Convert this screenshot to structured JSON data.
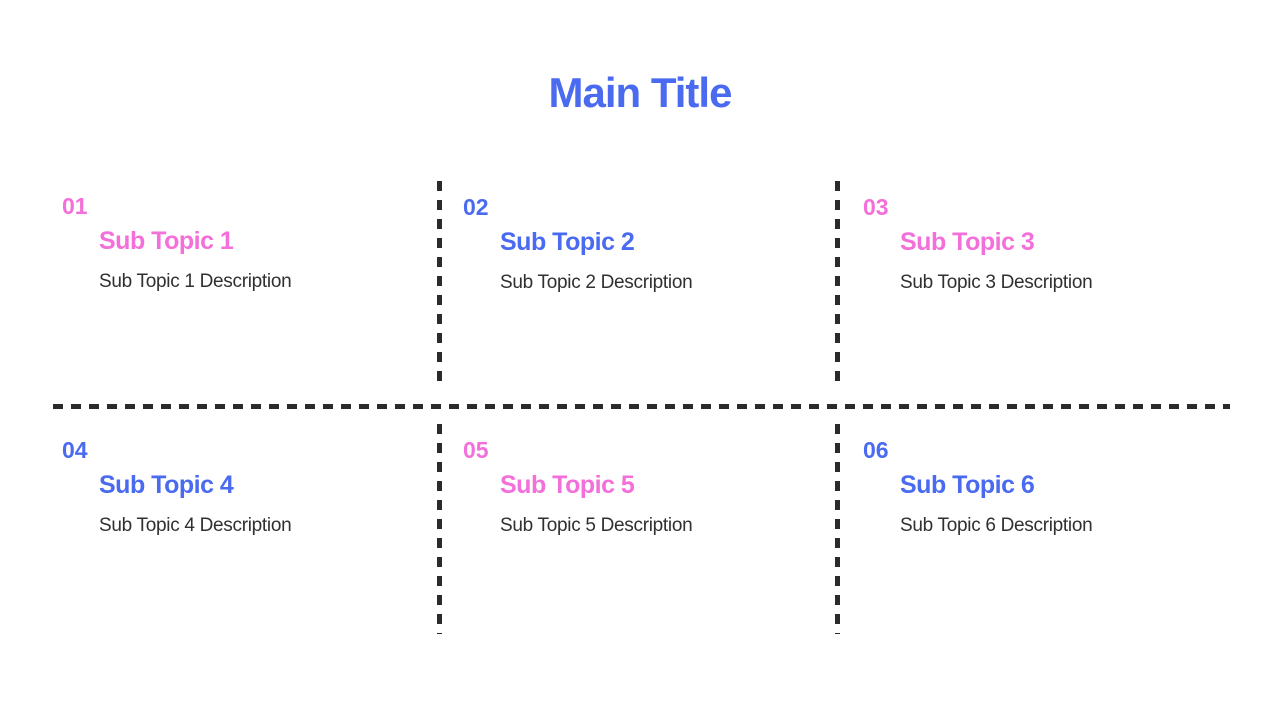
{
  "colors": {
    "blue": "#4a6af0",
    "pink": "#f36fd9",
    "description": "#303030",
    "dash": "#2b2b2b"
  },
  "title": {
    "text": "Main Title"
  },
  "topics": [
    {
      "number": "01",
      "title": "Sub Topic 1",
      "description": "Sub Topic 1 Description",
      "accent": "pink"
    },
    {
      "number": "02",
      "title": "Sub Topic 2",
      "description": "Sub Topic 2 Description",
      "accent": "blue"
    },
    {
      "number": "03",
      "title": "Sub Topic 3",
      "description": "Sub Topic 3 Description",
      "accent": "pink"
    },
    {
      "number": "04",
      "title": "Sub Topic 4",
      "description": "Sub Topic 4 Description",
      "accent": "blue"
    },
    {
      "number": "05",
      "title": "Sub Topic 5",
      "description": "Sub Topic 5 Description",
      "accent": "pink"
    },
    {
      "number": "06",
      "title": "Sub Topic 6",
      "description": "Sub Topic 6 Description",
      "accent": "blue"
    }
  ]
}
